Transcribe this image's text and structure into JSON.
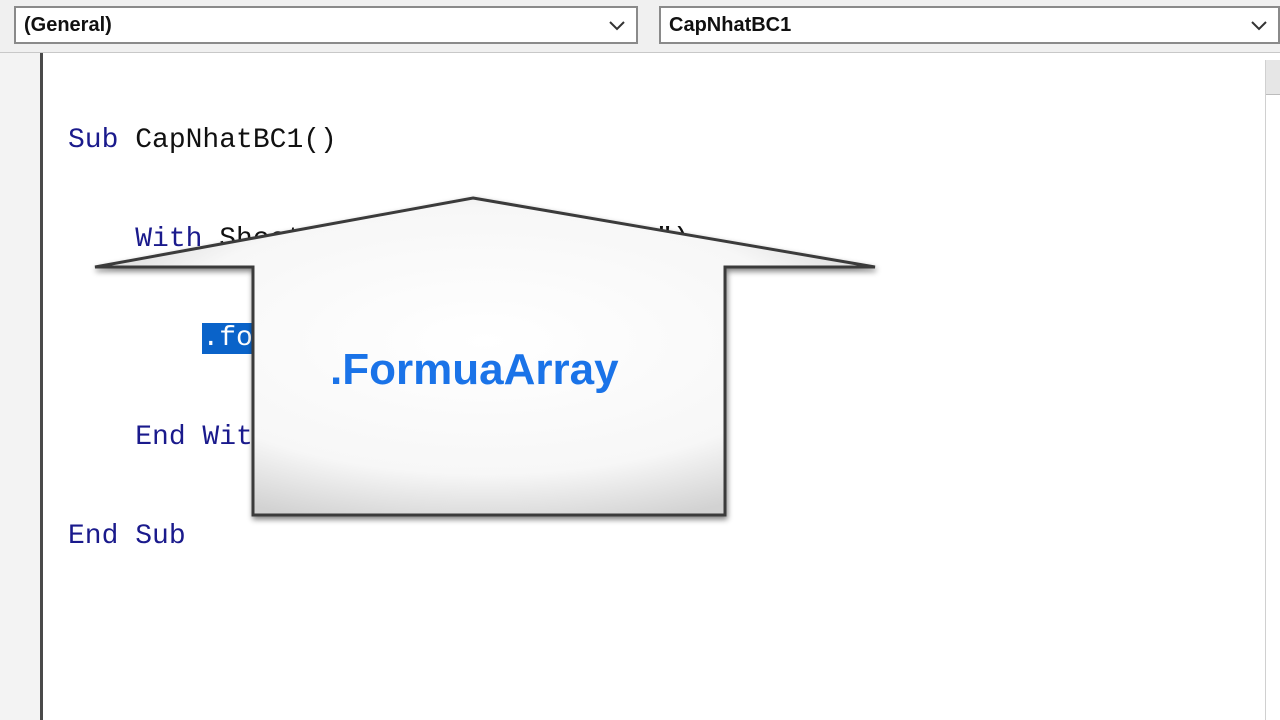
{
  "toolbar": {
    "object_combo": "(General)",
    "procedure_combo": "CapNhatBC1"
  },
  "code": {
    "line1_kw": "Sub",
    "line1_rest": " CapNhatBC1()",
    "line2_indent": "    ",
    "line2_kw": "With",
    "line2_rest": " Sheets(\"Sheet1\").Range(\"A6\")",
    "line3_indent": "        ",
    "line3_selected": ".formulaarray",
    "line4_indent": "    ",
    "line4_kw": "End With",
    "line5_kw": "End Sub"
  },
  "callout": {
    "label": ".FormuaArray",
    "label_color": "#1a73e8"
  },
  "colors": {
    "selection": "#0a63c9",
    "keyword": "#1a1a8c"
  }
}
